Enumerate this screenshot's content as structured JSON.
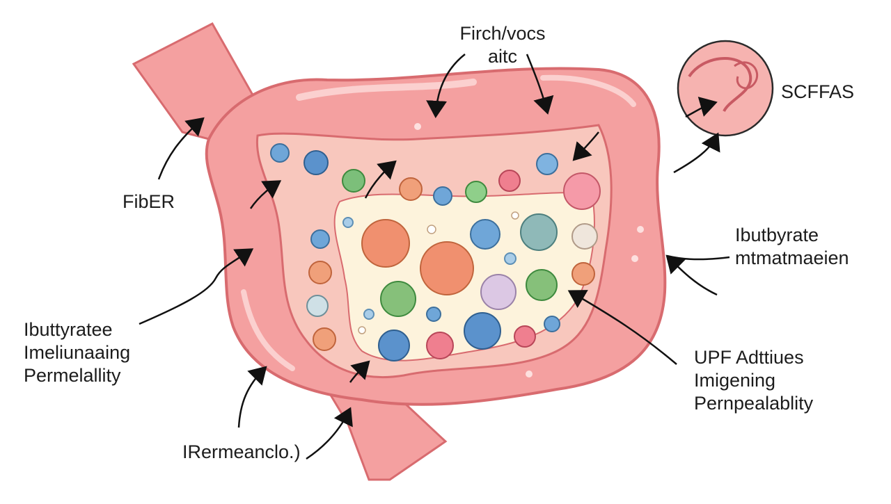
{
  "labels": {
    "top": [
      "Firch/vocs",
      "aitc"
    ],
    "fiber": "FibER",
    "scfas": "SCFFAS",
    "inflammation": [
      "Ibutbyrate",
      "mtmatmaeien"
    ],
    "left": [
      "Ibuttyratee",
      "Imeliunaaing",
      "Permelallity"
    ],
    "upf": [
      "UPF Adttiues",
      "Imigening",
      "Pernpealablity"
    ],
    "bottom": "IRermeanclo.)"
  },
  "colors": {
    "gut_wall": "#f4a0a0",
    "gut_wall_outline": "#d86b6f",
    "gut_inner_band": "#f8c7bd",
    "lumen": "#fdf3dc",
    "arrow": "#111111"
  }
}
